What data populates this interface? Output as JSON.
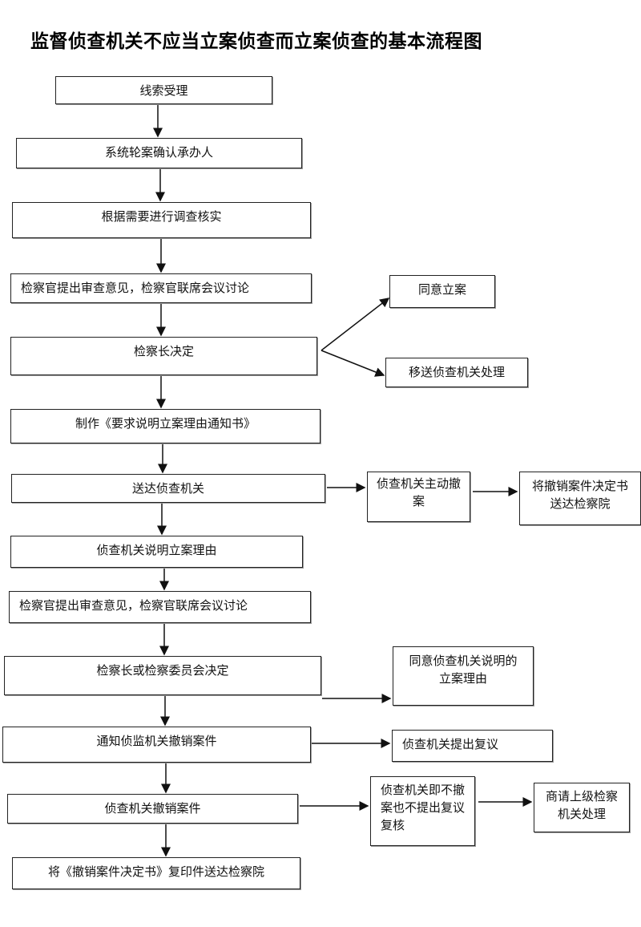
{
  "title": "监督侦查机关不应当立案侦查而立案侦查的基本流程图",
  "main_flow": [
    "线索受理",
    "系统轮案确认承办人",
    "根据需要进行调查核实",
    "检察官提出审查意见，检察官联席会议讨论",
    "检察长决定",
    "制作《要求说明立案理由通知书》",
    "送达侦查机关",
    "侦查机关说明立案理由",
    "检察官提出审查意见，检察官联席会议讨论",
    "检察长或检察委员会决定",
    "通知侦监机关撤销案件",
    "侦查机关撤销案件",
    "将《撤销案件决定书》复印件送达检察院"
  ],
  "branches": {
    "agree_filing": "同意立案",
    "transfer": "移送侦查机关处理",
    "voluntary_withdraw": "侦查机关主动撤案",
    "send_decision": "将撤销案件决定书送达检察院",
    "agree_reason": "同意侦查机关说明的立案理由",
    "reconsider": "侦查机关提出复议",
    "neither": "侦查机关即不撤案也不提出复议复核",
    "superior": "商请上级检察机关处理"
  }
}
